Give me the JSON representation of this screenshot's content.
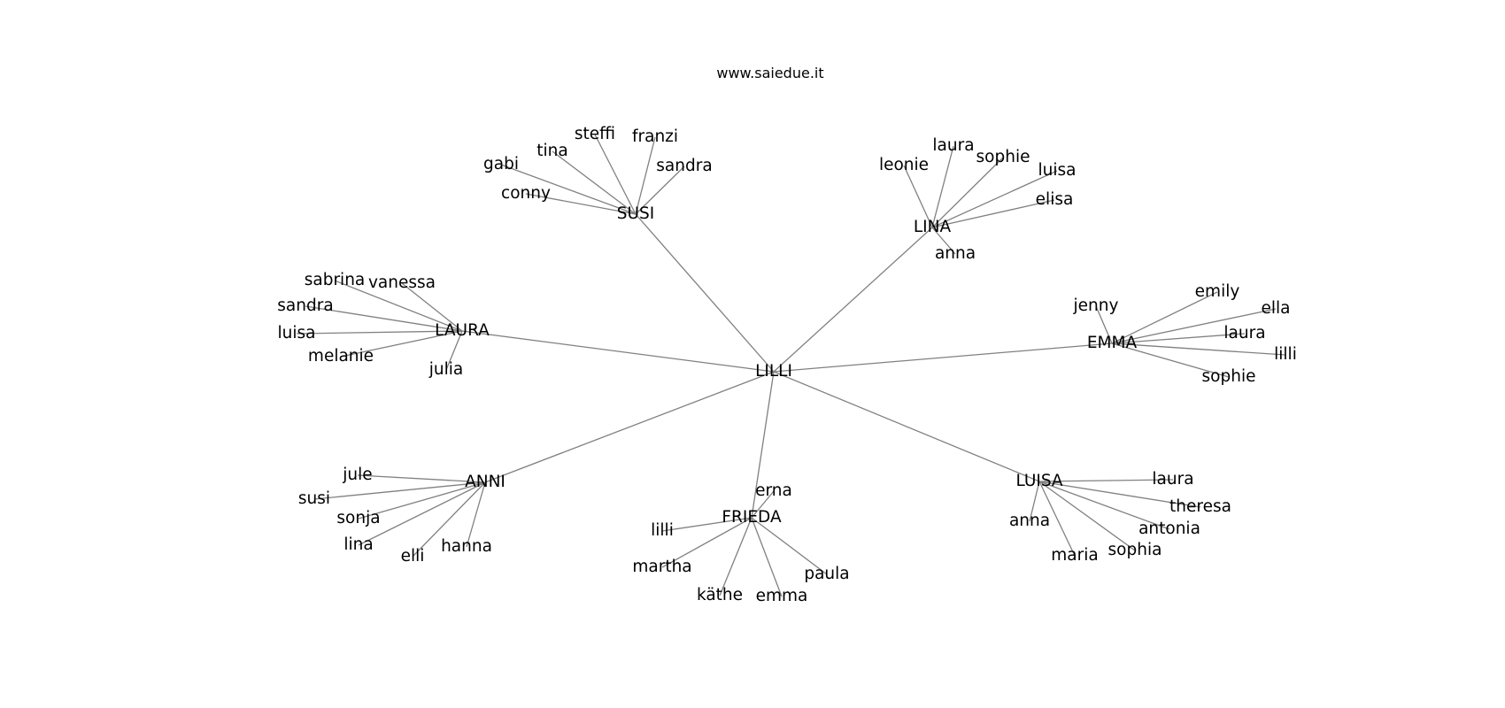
{
  "title": "www.saiedue.it",
  "graph": {
    "root": {
      "id": "lilli-root",
      "label": "LILLI"
    },
    "groups": [
      {
        "id": "susi",
        "label": "SUSI",
        "children": [
          "gabi",
          "tina",
          "steffi",
          "franzi",
          "sandra",
          "conny"
        ]
      },
      {
        "id": "lina",
        "label": "LINA",
        "children": [
          "leonie",
          "laura",
          "sophie",
          "luisa",
          "elisa",
          "anna"
        ]
      },
      {
        "id": "laura",
        "label": "LAURA",
        "children": [
          "sabrina",
          "vanessa",
          "sandra",
          "luisa",
          "melanie",
          "julia"
        ]
      },
      {
        "id": "emma",
        "label": "EMMA",
        "children": [
          "jenny",
          "emily",
          "ella",
          "laura",
          "lilli",
          "sophie"
        ]
      },
      {
        "id": "anni",
        "label": "ANNI",
        "children": [
          "jule",
          "susi",
          "sonja",
          "lina",
          "elli",
          "hanna"
        ]
      },
      {
        "id": "frieda",
        "label": "FRIEDA",
        "children": [
          "erna",
          "lilli",
          "martha",
          "käthe",
          "emma",
          "paula"
        ]
      },
      {
        "id": "luisa",
        "label": "LUISA",
        "children": [
          "laura",
          "theresa",
          "antonia",
          "anna",
          "maria",
          "sophia"
        ]
      }
    ]
  }
}
